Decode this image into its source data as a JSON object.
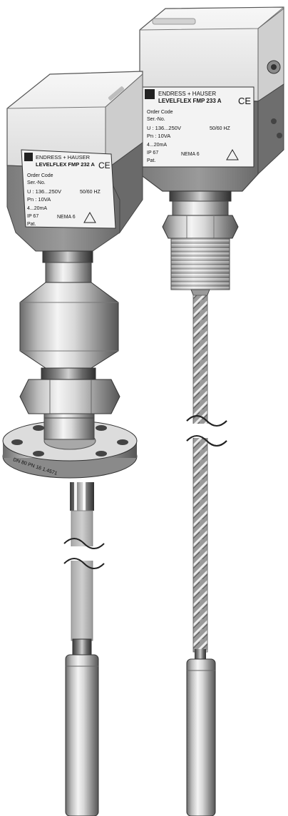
{
  "labels": {
    "left": {
      "brand": "ENDRESS + HAUSER",
      "model": "LEVELFLEX FMP 232 A",
      "order": "Order Code",
      "ser": "Ser.-No.",
      "volt": "U : 136...250V",
      "freq": "50/60 HZ",
      "power": "Pn : 10VA",
      "current": "4...20mA",
      "ip": "IP 67",
      "nema": "NEMA 6",
      "pat": "Pat.",
      "flange": "DN 80 PN 16 1.4571"
    },
    "right": {
      "brand": "ENDRESS + HAUSER",
      "model": "LEVELFLEX FMP 233 A",
      "order": "Order Code",
      "ser": "Ser.-No.",
      "volt": "U : 136...250V",
      "freq": "50/60 HZ",
      "power": "Pn : 10VA",
      "current": "4...20mA",
      "ip": "IP 67",
      "nema": "NEMA 6",
      "pat": "Pat."
    }
  },
  "colors": {
    "housing_lid": "#e9e9e9",
    "housing_body": "#8c8c8c",
    "metal": "#c8c8c8",
    "background": "#ffffff"
  }
}
